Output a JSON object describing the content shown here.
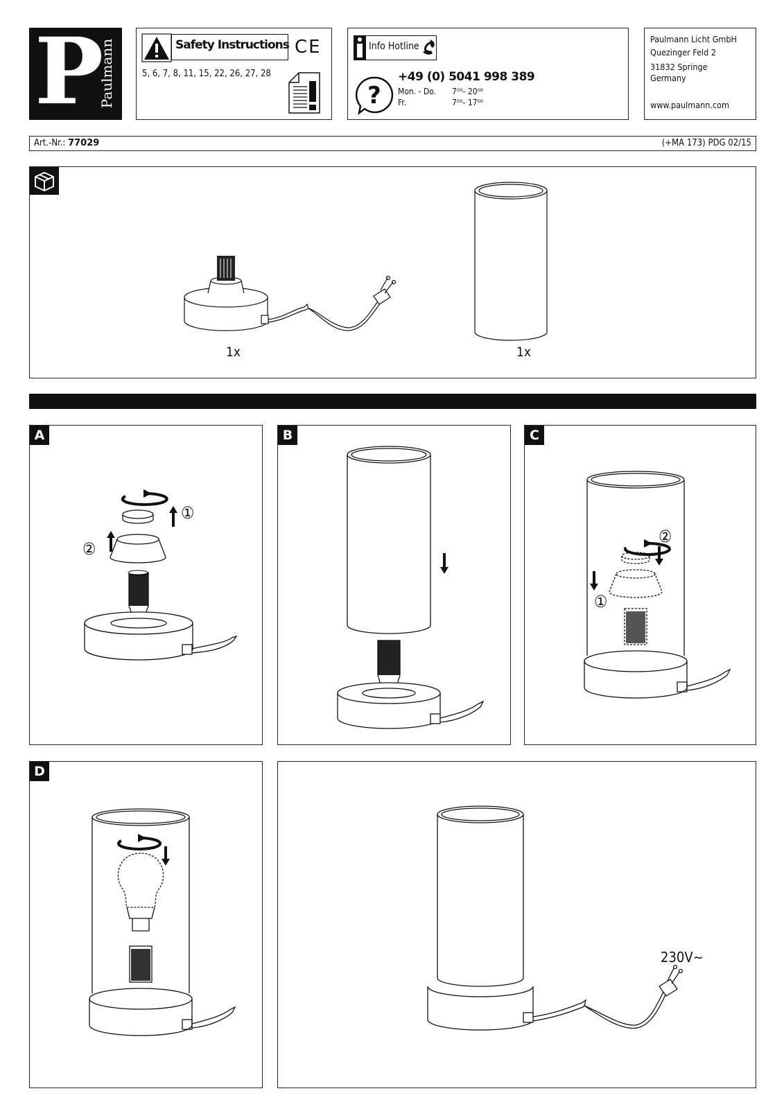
{
  "brand": {
    "letter": "P",
    "name": "Paulmann"
  },
  "safety": {
    "title": "Safety Instructions",
    "pages": "5, 6, 7, 8, 11, 15, 22, 26, 27, 28",
    "ce_mark": "CE"
  },
  "hotline": {
    "title": "Info Hotline",
    "phone": "+49 (0) 5041 998 389",
    "days1": "Mon. - Do.",
    "hours1": "7⁰⁰- 20⁰⁰",
    "days2": "Fr.",
    "hours2": "7⁰⁰- 17⁰⁰"
  },
  "address": {
    "company": "Paulmann Licht GmbH",
    "street": "Quezinger Feld  2",
    "city": "31832 Springe",
    "country": "Germany",
    "web": "www.paulmann.com"
  },
  "article": {
    "prefix": "Art.-Nr.: ",
    "number": "77029",
    "ref": "(+MA 173) PDG 02/15"
  },
  "contents": {
    "base_qty": "1x",
    "shade_qty": "1x"
  },
  "steps": {
    "A": {
      "label": "A",
      "num1": "①",
      "num2": "②"
    },
    "B": {
      "label": "B"
    },
    "C": {
      "label": "C",
      "num1": "①",
      "num2": "②"
    },
    "D": {
      "label": "D"
    },
    "final": {
      "voltage": "230V∼"
    }
  }
}
